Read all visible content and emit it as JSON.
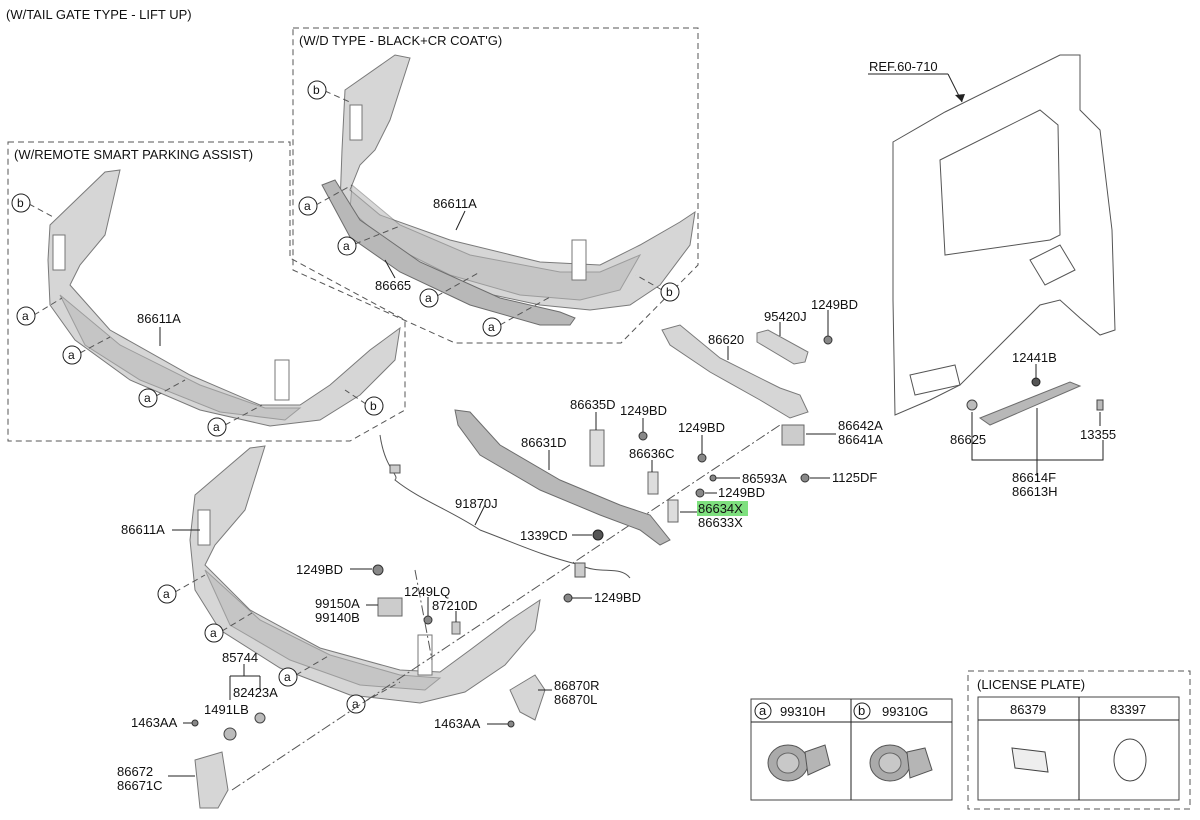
{
  "headers": {
    "main": "(W/TAIL GATE TYPE - LIFT UP)",
    "wd_type": "(W/D TYPE - BLACK+CR COAT'G)",
    "smart_parking": "(W/REMOTE SMART PARKING ASSIST)",
    "license_plate": "(LICENSE PLATE)"
  },
  "ref": "REF.60-710",
  "callout_letters": {
    "a": "a",
    "b": "b"
  },
  "parts": {
    "p86611A": "86611A",
    "p86665": "86665",
    "p95420J": "95420J",
    "p1249BD": "1249BD",
    "p86620": "86620",
    "p12441B": "12441B",
    "p86635D": "86635D",
    "p86631D": "86631D",
    "p86636C": "86636C",
    "p86642A": "86642A",
    "p86641A": "86641A",
    "p86625": "86625",
    "p13355": "13355",
    "p86593A": "86593A",
    "p1125DF": "1125DF",
    "p86614F": "86614F",
    "p86613H": "86613H",
    "p86634X": "86634X",
    "p86633X": "86633X",
    "p91870J": "91870J",
    "p1339CD": "1339CD",
    "p1249LQ": "1249LQ",
    "p87210D": "87210D",
    "p99150A": "99150A",
    "p99140B": "99140B",
    "p85744": "85744",
    "p82423A": "82423A",
    "p1491LB": "1491LB",
    "p1463AA": "1463AA",
    "p86870R": "86870R",
    "p86870L": "86870L",
    "p86672": "86672",
    "p86671C": "86671C",
    "p99310H": "99310H",
    "p99310G": "99310G",
    "p86379": "86379",
    "p83397": "83397"
  },
  "colors": {
    "highlight": "#7ee07e",
    "part_fill": "#d6d6d6"
  }
}
